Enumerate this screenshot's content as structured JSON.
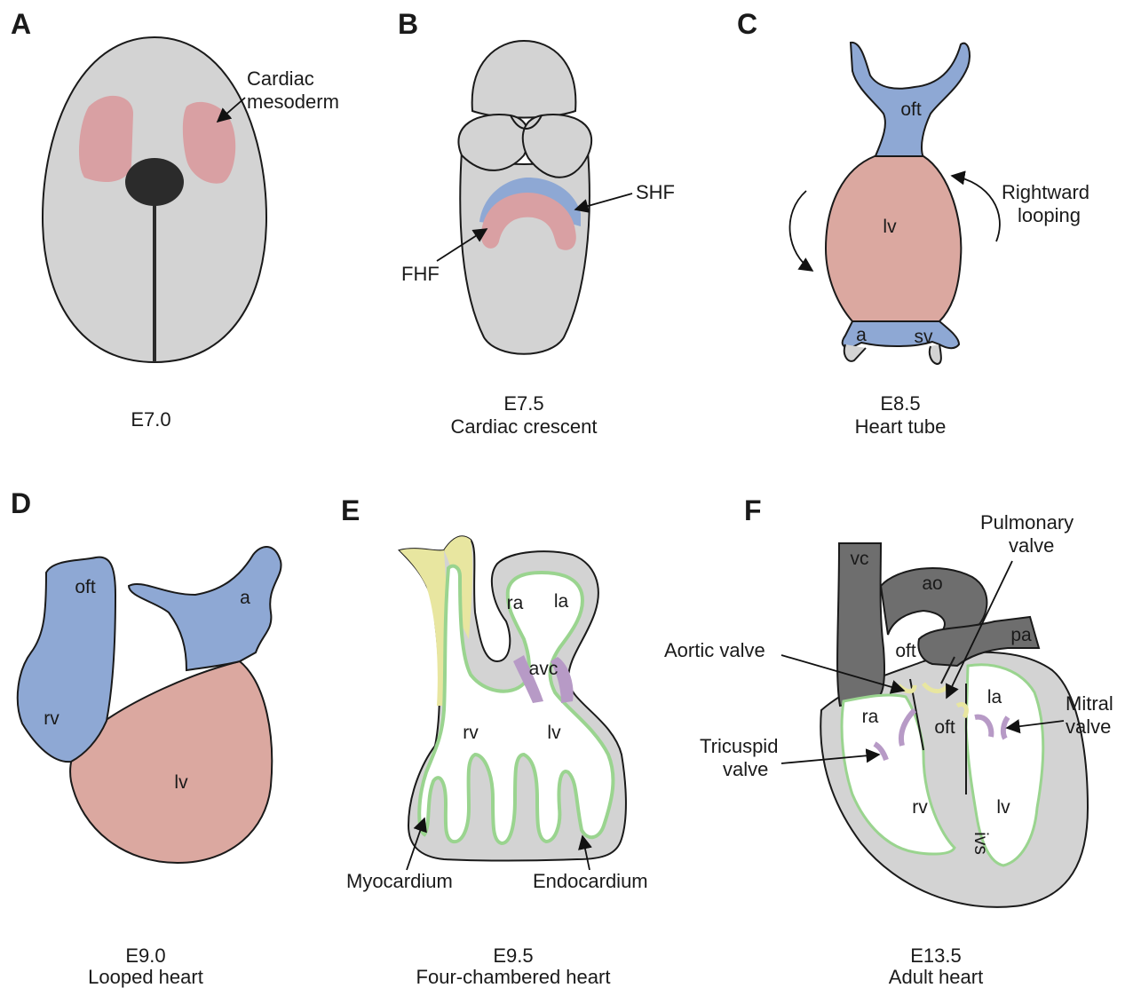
{
  "panels": {
    "A": {
      "letter": "A",
      "caption": [
        "E7.0"
      ],
      "labels": {
        "cardiac_mesoderm": [
          "Cardiac",
          "mesoderm"
        ]
      }
    },
    "B": {
      "letter": "B",
      "caption": [
        "E7.5",
        "Cardiac crescent"
      ],
      "labels": {
        "shf": "SHF",
        "fhf": "FHF"
      }
    },
    "C": {
      "letter": "C",
      "caption": [
        "E8.5",
        "Heart tube"
      ],
      "labels": {
        "oft": "oft",
        "lv": "lv",
        "a": "a",
        "sv": "sv",
        "rightward_looping": [
          "Rightward",
          "looping"
        ]
      }
    },
    "D": {
      "letter": "D",
      "caption": [
        "E9.0",
        "Looped heart"
      ],
      "labels": {
        "oft": "oft",
        "a": "a",
        "rv": "rv",
        "lv": "lv"
      }
    },
    "E": {
      "letter": "E",
      "caption": [
        "E9.5",
        "Four-chambered heart"
      ],
      "labels": {
        "ra": "ra",
        "la": "la",
        "avc": "avc",
        "rv": "rv",
        "lv": "lv",
        "myocardium": "Myocardium",
        "endocardium": "Endocardium"
      }
    },
    "F": {
      "letter": "F",
      "caption": [
        "E13.5",
        "Adult heart"
      ],
      "labels": {
        "vc": "vc",
        "ao": "ao",
        "pa": "pa",
        "oft_upper": "oft",
        "oft_lower": "oft",
        "ra": "ra",
        "la": "la",
        "rv": "rv",
        "lv": "lv",
        "ivs": "ivs",
        "pulmonary_valve": [
          "Pulmonary",
          "valve"
        ],
        "aortic_valve": "Aortic valve",
        "mitral_valve": [
          "Mitral",
          "valve"
        ],
        "tricuspid_valve": [
          "Tricuspid",
          "valve"
        ]
      }
    }
  },
  "colors": {
    "embryo": "#d3d3d3",
    "fhf_red": "#d9a0a3",
    "shf_blue": "#8ea8d4",
    "myocardium_gray": "#cfcfcf",
    "endocardium_green": "#9ad48f",
    "avc_purple": "#b79ac6",
    "yellow": "#e8e6a0",
    "vessel_dark": "#6e6e6e",
    "node_black": "#2b2b2b"
  }
}
